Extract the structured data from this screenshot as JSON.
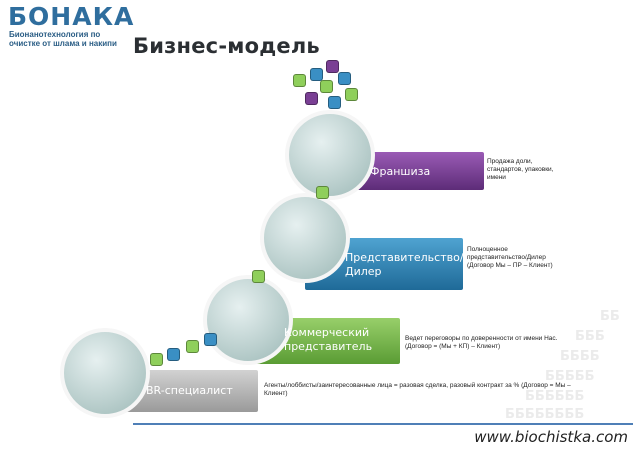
{
  "logo": {
    "name": "БОНАКА",
    "tagline": "Бионанотехнология по очистке от шлама и накипи"
  },
  "title": "Бизнес-модель",
  "steps": [
    {
      "label": "BR-специалист",
      "color": "#b5b5b5",
      "note": "Агенты/лоббисты/заинтересованные лица = разовая сделка, разовый контракт за % (Договор = Мы – Клиент)"
    },
    {
      "label": "Коммерческий представитель",
      "color": "#78b94a",
      "note": "Ведет переговоры по доверенности от имени Нас. (Договор = (Мы + КП) – Клиент)"
    },
    {
      "label": "Представительство/ Дилер",
      "color": "#2f86b8",
      "note": "Полноценное представительство/Дилер (Договор Мы – ПР – Клиент)"
    },
    {
      "label": "Франшиза",
      "color": "#7a3f94",
      "note": "Продажа доли, стандартов, упаковки, имени"
    }
  ],
  "footer": {
    "url": "www.biochistka.com",
    "accent_color": "#4f7fb7"
  }
}
